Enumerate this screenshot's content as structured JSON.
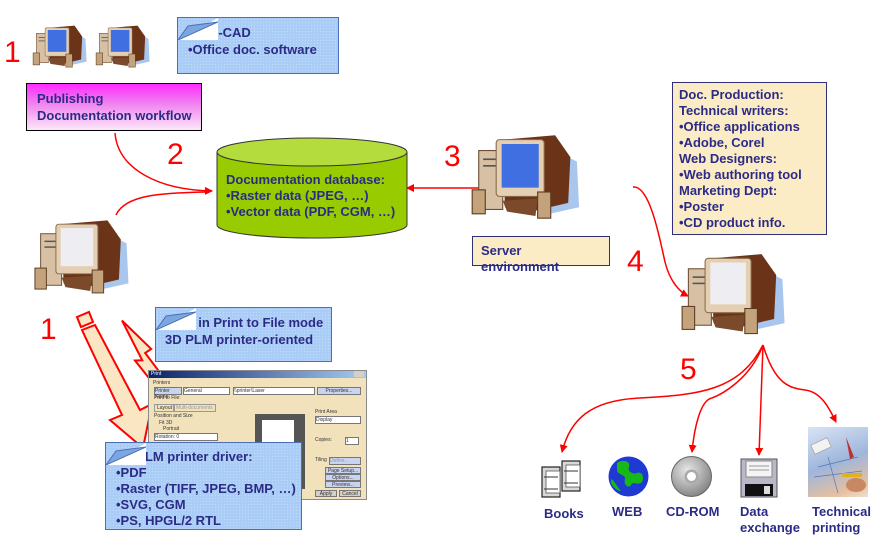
{
  "steps": {
    "s1_top": "1",
    "s1_bottom": "1",
    "s2": "2",
    "s3": "3",
    "s4": "4",
    "s5": "5"
  },
  "multicad_note": {
    "lines": [
      "Multi-CAD",
      "•Office doc. software"
    ]
  },
  "publishing_box": {
    "lines": [
      "Publishing",
      "Documentation workflow"
    ]
  },
  "database": {
    "lines": [
      "Documentation database:",
      "•Raster data (JPEG, …)",
      "•Vector data (PDF, CGM, …)"
    ],
    "color": "#99cc00"
  },
  "server_label": "Server environment",
  "doc_production_box": {
    "lines": [
      "Doc. Production:",
      "Technical writers:",
      "•Office applications",
      "•Adobe, Corel",
      "Web Designers:",
      "•Web authoring tool",
      "Marketing Dept:",
      "•Poster",
      "•CD product info."
    ]
  },
  "print_note": {
    "lines": [
      "Print in Print to File mode",
      "3D PLM printer-oriented"
    ]
  },
  "driver_note": {
    "lines": [
      "3D PLM printer driver:",
      "•PDF",
      "•Raster (TIFF, JPEG, BMP, …)",
      "•SVG, CGM",
      "•PS, HPGL/2 RTL"
    ]
  },
  "print_dialog": {
    "title": "Print",
    "printer_group": "Printers",
    "printer_name_button": "Printer Name:",
    "printer_name_value": "General",
    "printer_path": "\\\\printer\\Laser",
    "properties_button": "Properties...",
    "print_to_file": "Print to File:",
    "tabs": [
      "Layout",
      "Multi-documents"
    ],
    "position_group": "Position and Size",
    "fit_option": "Fit 3D",
    "portrait": "Portrait",
    "rotation": "Rotation: 0",
    "print_area": "Print Area",
    "print_area_value": "Display",
    "copies_label": "Copies:",
    "copies_value": "1",
    "tiling": "Tiling",
    "define_button": "Define...",
    "page_setup_button": "Page Setup...",
    "options_button": "Options...",
    "preview_button": "Preview...",
    "apply_button": "Apply",
    "cancel_button": "Cancel"
  },
  "outputs": [
    {
      "label_lines": [
        "Books"
      ],
      "icon": "books-icon"
    },
    {
      "label_lines": [
        "WEB"
      ],
      "icon": "globe-icon"
    },
    {
      "label_lines": [
        "CD-ROM"
      ],
      "icon": "cd-rom-icon"
    },
    {
      "label_lines": [
        "Data",
        "exchange"
      ],
      "icon": "floppy-disk-icon"
    },
    {
      "label_lines": [
        "Technical",
        "printing"
      ],
      "icon": "technical-drawing-icon"
    }
  ],
  "colors": {
    "arrow": "#ff0000",
    "text": "#2b2b85",
    "note_blue": "#a9cdf6",
    "beige": "#fcecc6"
  }
}
